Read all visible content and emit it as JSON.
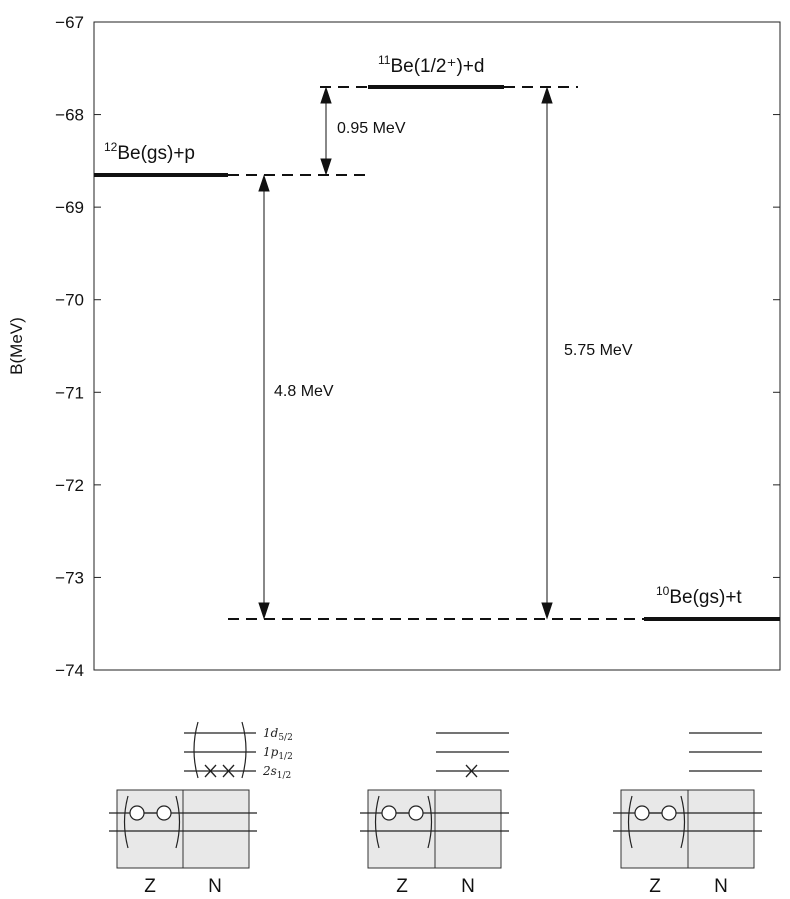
{
  "chart_data": {
    "type": "level-scheme",
    "ylabel": "B(MeV)",
    "ylim": [
      -74,
      -67
    ],
    "yticks": [
      -67,
      -68,
      -69,
      -70,
      -71,
      -72,
      -73,
      -74
    ],
    "levels": [
      {
        "id": "be12",
        "name": "Be(gs)+p",
        "mass": "12",
        "y": -68.65,
        "x_span": [
          0,
          0.27
        ]
      },
      {
        "id": "be11",
        "name": "Be(1/2⁺)+d",
        "mass": "11",
        "y": -67.7,
        "x_span": [
          0.42,
          0.66
        ]
      },
      {
        "id": "be10",
        "name": "Be(gs)+t",
        "mass": "10",
        "y": -73.45,
        "x_span": [
          0.82,
          1.0
        ]
      }
    ],
    "gaps": [
      {
        "label": "0.95 MeV",
        "from": -68.65,
        "to": -67.7
      },
      {
        "label": "4.8 MeV",
        "from": -73.45,
        "to": -68.65
      },
      {
        "label": "5.75 MeV",
        "from": -73.45,
        "to": -67.7
      }
    ]
  },
  "orbitals": {
    "labels": [
      "1d",
      "1p",
      "2s"
    ],
    "subscripts": [
      "5/2",
      "1/2",
      "1/2"
    ]
  },
  "panels": [
    {
      "z_label": "Z",
      "n_label": "N"
    },
    {
      "z_label": "Z",
      "n_label": "N"
    },
    {
      "z_label": "Z",
      "n_label": "N"
    }
  ]
}
